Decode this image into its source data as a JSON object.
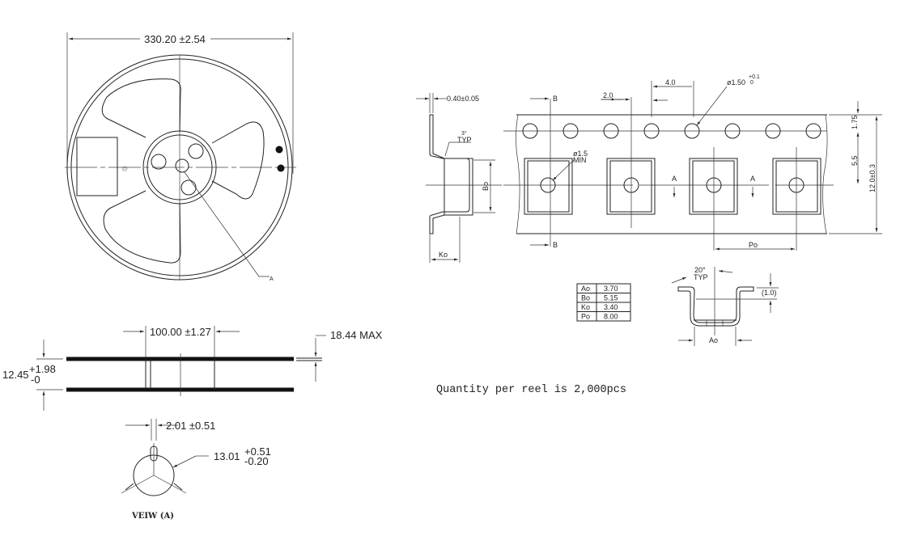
{
  "reel_front": {
    "diameter_label": "330.20 ±2.54",
    "view_marker": "A"
  },
  "reel_side": {
    "hub_label": "100.00 ±1.27",
    "max_width_label": "18.44 MAX",
    "width_label": "12.45",
    "width_tol_plus": "+1.98",
    "width_tol_minus": "-0"
  },
  "view_a": {
    "slot_label": "2.01 ±0.51",
    "bore_label": "13.01",
    "bore_tol_plus": "+0.51",
    "bore_tol_minus": "-0.20",
    "title": "VEIW (A)"
  },
  "tape": {
    "thickness_label": "0.40±0.05",
    "angle_label": "3°",
    "typ_label": "TYP",
    "bo_label": "Bo",
    "ko_label": "Ko",
    "section_b": "B",
    "pitch_2": "2.0",
    "pitch_4": "4.0",
    "sprocket_label": "ø1.50",
    "sprocket_tol_plus": "+0.1",
    "sprocket_tol_minus": "0",
    "pocket_hole_label": "ø1.5",
    "pocket_hole_min": "MIN",
    "section_a": "A",
    "edge_label": "1.75",
    "center_label": "5.5",
    "width_label": "12.0±0.3",
    "po_label": "Po"
  },
  "section_view": {
    "angle_label": "20°",
    "typ_label": "TYP",
    "depth_label": "(1.0)",
    "ao_label": "Ao"
  },
  "dimension_table": {
    "rows": [
      {
        "key": "Ao",
        "value": "3.70"
      },
      {
        "key": "Bo",
        "value": "5.15"
      },
      {
        "key": "Ko",
        "value": "3.40"
      },
      {
        "key": "Po",
        "value": "8.00"
      }
    ]
  },
  "note": "Quantity per reel is 2,000pcs"
}
